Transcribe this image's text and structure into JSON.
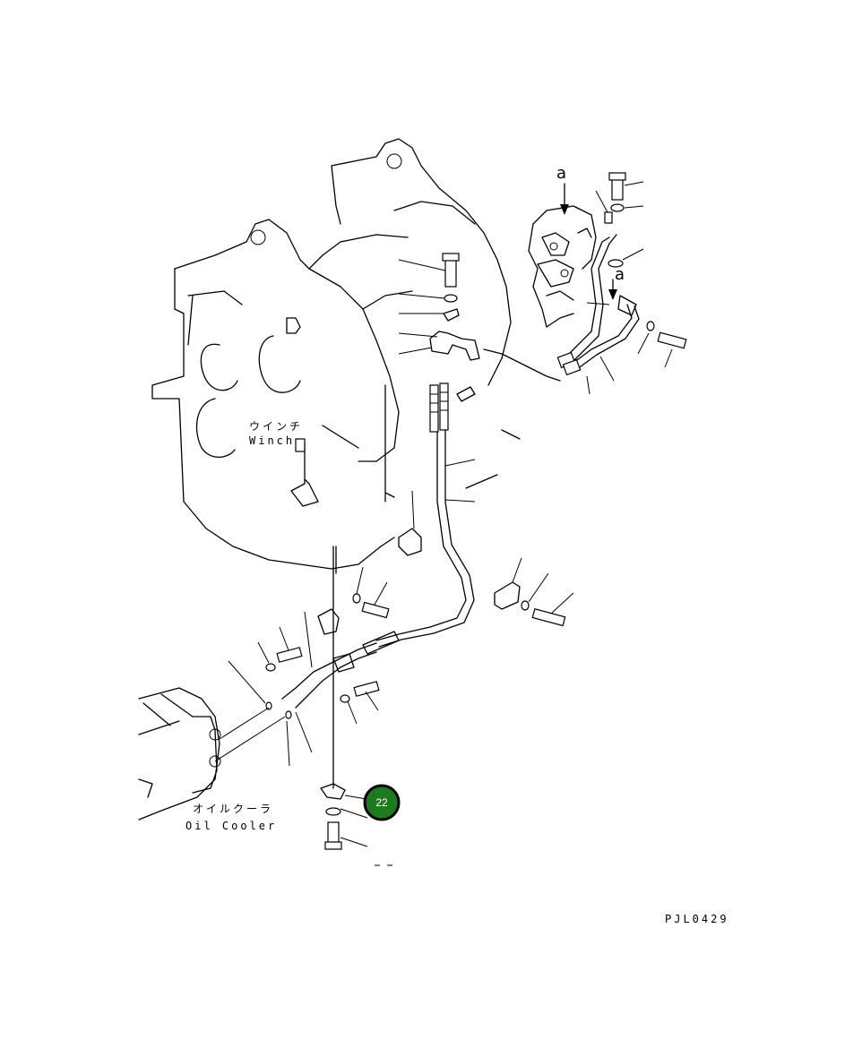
{
  "diagram": {
    "labels": {
      "winch_jp": "ウインチ",
      "winch_en": "Winch",
      "oil_cooler_jp": "オイルクーラ",
      "oil_cooler_en": "Oil Cooler",
      "view_a_top": "a",
      "view_a_mid": "a",
      "drawing_code": "PJL0429"
    },
    "callout": {
      "number": "22",
      "color": "#1e7a1e",
      "ring_color": "#000000"
    }
  }
}
